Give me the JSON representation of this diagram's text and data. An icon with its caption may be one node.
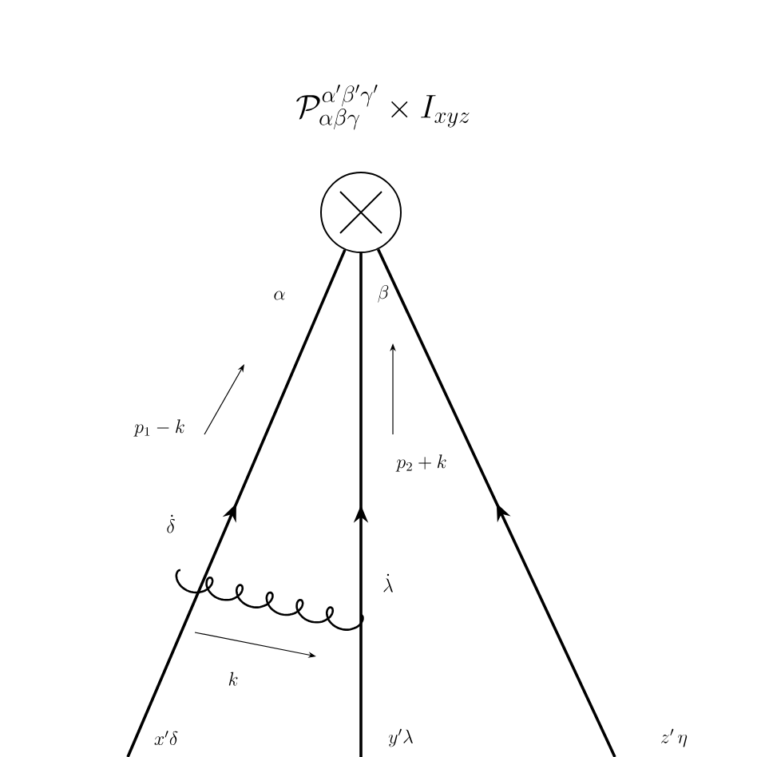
{
  "diagram": {
    "title": "\\mathcal{P}_{\\alpha\\beta\\gamma}^{\\alpha'\\beta'\\gamma'} \\times I_{xyz}",
    "nodes": [
      {
        "text": [],
        "shape": "circle"
      },
      {
        "text": [
          "x'\\delta"
        ]
      },
      {
        "text": [
          "y'\\lambda"
        ]
      },
      {
        "text": [
          "z'\\,\\eta"
        ]
      }
    ],
    "edges": [
      {
        "from": 1,
        "to": 0,
        "arrow": "to"
      },
      {
        "from": 2,
        "to": 0,
        "arrow": "to"
      },
      {
        "from": 3,
        "to": 0,
        "arrow": "to"
      }
    ],
    "labels": [
      "\\alpha",
      "\\beta",
      "p_1 - k",
      "p_2 + k",
      "\\dot{\\delta}",
      "\\dot{\\lambda}",
      "k"
    ]
  }
}
